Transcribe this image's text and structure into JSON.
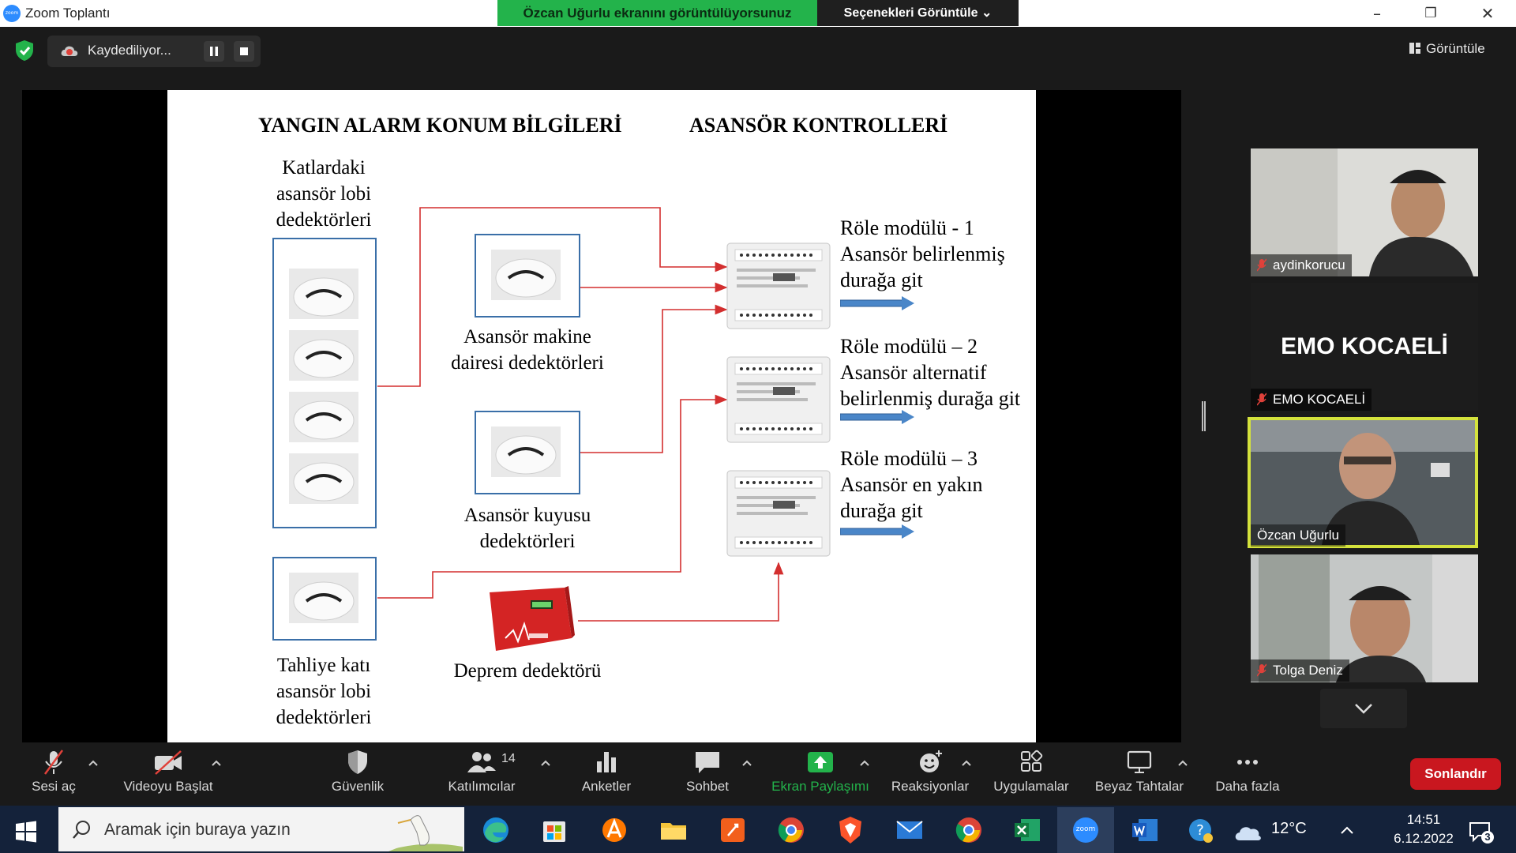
{
  "window": {
    "title": "Zoom Toplantı",
    "logo_text": "zoom",
    "share_banner": "Özcan Uğurlu ekranını görüntülüyorsunuz",
    "view_options": "Seçenekleri Görüntüle",
    "controls": [
      "minimize-icon",
      "restore-icon",
      "close-icon"
    ]
  },
  "topstrip": {
    "security_icon": "green-shield-check-icon",
    "recording_label": "Kaydediliyor...",
    "view_button": "Görüntüle"
  },
  "slide": {
    "title_left": "YANGIN ALARM KONUM BİLGİLERİ",
    "title_right": "ASANSÖR KONTROLLERİ",
    "floor_detectors_label": [
      "Katlardaki",
      "asansör lobi",
      "dedektörleri"
    ],
    "machine_room_label": [
      "Asansör makine",
      "dairesi dedektörleri"
    ],
    "shaft_label": [
      "Asansör kuyusu",
      "dedektörleri"
    ],
    "evac_label": [
      "Tahliye katı",
      "asansör lobi",
      "dedektörleri"
    ],
    "earthquake_label": "Deprem dedektörü",
    "relays": [
      {
        "title": "Röle modülü - 1",
        "desc": [
          "Asansör belirlenmiş",
          "durağa git"
        ]
      },
      {
        "title": "Röle modülü – 2",
        "desc": [
          "Asansör alternatif",
          "belirlenmiş durağa git"
        ]
      },
      {
        "title": "Röle modülü – 3",
        "desc": [
          "Asansör en yakın",
          "durağa git"
        ]
      }
    ],
    "colors": {
      "arrow_red": "#d32f2f",
      "blue_arrow": "#4a86c8",
      "box_border": "#3a6fa8"
    }
  },
  "participants": [
    {
      "name": "aydinkorucu",
      "muted": true
    },
    {
      "name": "EMO KOCAELİ",
      "display": "EMO KOCAELİ",
      "muted": true
    },
    {
      "name": "Özcan Uğurlu",
      "muted": false,
      "active_speaker": true
    },
    {
      "name": "Tolga Deniz",
      "muted": true
    }
  ],
  "toolbar": {
    "audio": "Sesi aç",
    "video": "Videoyu Başlat",
    "security": "Güvenlik",
    "participants": "Katılımcılar",
    "participants_count": "14",
    "polls": "Anketler",
    "chat": "Sohbet",
    "share": "Ekran Paylaşımı",
    "reactions": "Reaksiyonlar",
    "apps": "Uygulamalar",
    "whiteboards": "Beyaz Tahtalar",
    "more": "Daha fazla",
    "end": "Sonlandır",
    "share_color": "#23b34b",
    "end_color": "#c9171f"
  },
  "taskbar": {
    "search_placeholder": "Aramak için buraya yazın",
    "apps": [
      "edge-icon",
      "store-icon",
      "avast-icon",
      "file-explorer-icon",
      "rocket-app-icon",
      "chrome-icon",
      "brave-icon",
      "mail-icon",
      "chrome-icon",
      "excel-icon",
      "zoom-icon",
      "word-icon"
    ],
    "zoom_label": "zoom",
    "temperature": "12°C",
    "time": "14:51",
    "date": "6.12.2022",
    "notification_count": "3"
  }
}
